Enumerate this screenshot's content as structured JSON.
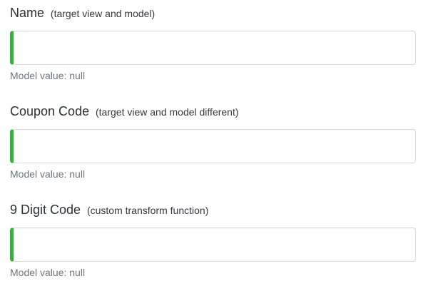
{
  "page": {
    "background": "#ffffff"
  },
  "colors": {
    "valid_border_green": "#42A948",
    "input_border_gray": "#d9d9d9",
    "label_text": "#2b3137",
    "muted_text": "#6c757d"
  },
  "fields": [
    {
      "label": "Name",
      "hint": "(target view and model)",
      "input_value": "",
      "model_value": "Model value: null"
    },
    {
      "label": "Coupon Code",
      "hint": "(target view and model different)",
      "input_value": "",
      "model_value": "Model value: null"
    },
    {
      "label": "9 Digit Code",
      "hint": "(custom transform function)",
      "input_value": "",
      "model_value": "Model value: null"
    }
  ]
}
